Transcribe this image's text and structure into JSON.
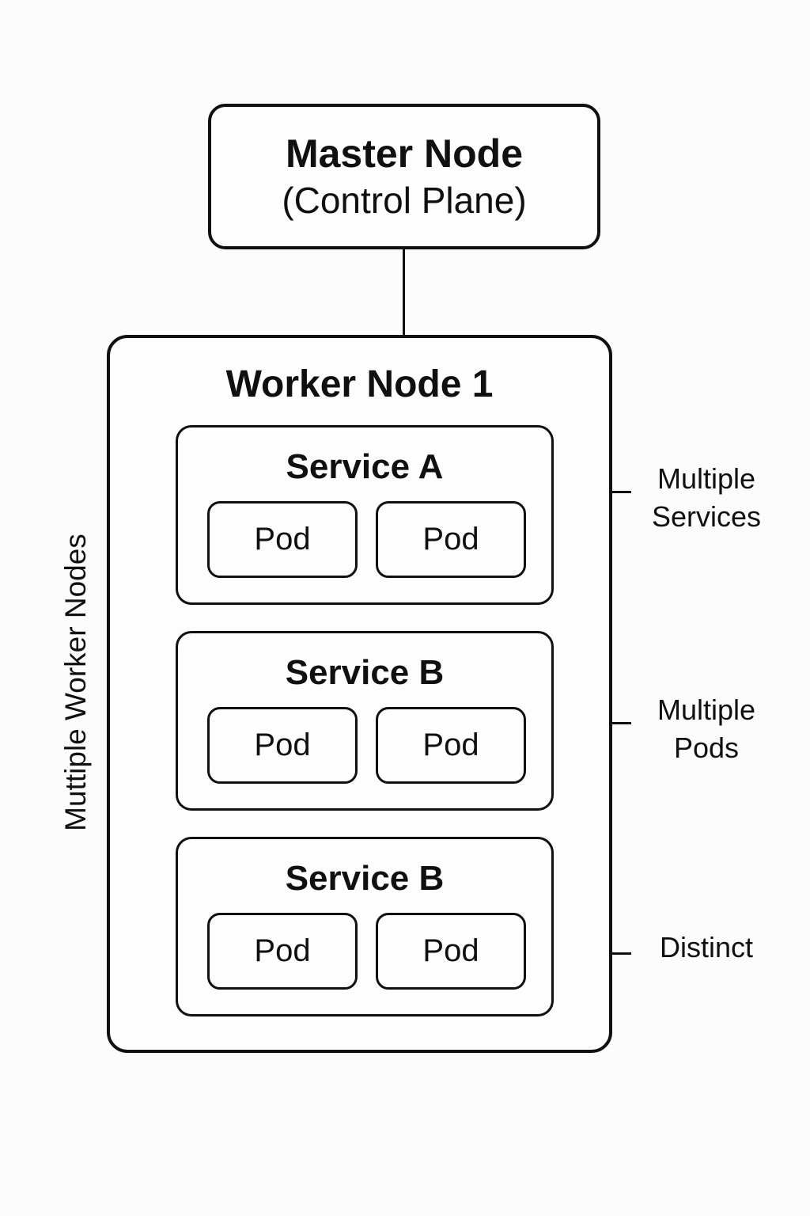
{
  "diagram": {
    "master_node": {
      "title": "Master Node",
      "subtitle": "(Control Plane)"
    },
    "worker_node": {
      "title": "Worker Node 1"
    },
    "services": [
      {
        "title": "Service A",
        "pods": [
          "Pod",
          "Pod"
        ]
      },
      {
        "title": "Service B",
        "pods": [
          "Pod",
          "Pod"
        ]
      },
      {
        "title": "Service B",
        "pods": [
          "Pod",
          "Pod"
        ]
      }
    ],
    "annotations": {
      "left_vertical": "Muttiple Worker Nodes",
      "right": [
        {
          "line1": "Multiple",
          "line2": "Services"
        },
        {
          "line1": "Multiple",
          "line2": "Pods"
        },
        {
          "line1": "Distinct",
          "line2": ""
        }
      ]
    },
    "colors": {
      "stroke": "#101010",
      "text": "#101010",
      "background": "#fcfcfc",
      "box_fill": "#fdfdfd"
    }
  }
}
